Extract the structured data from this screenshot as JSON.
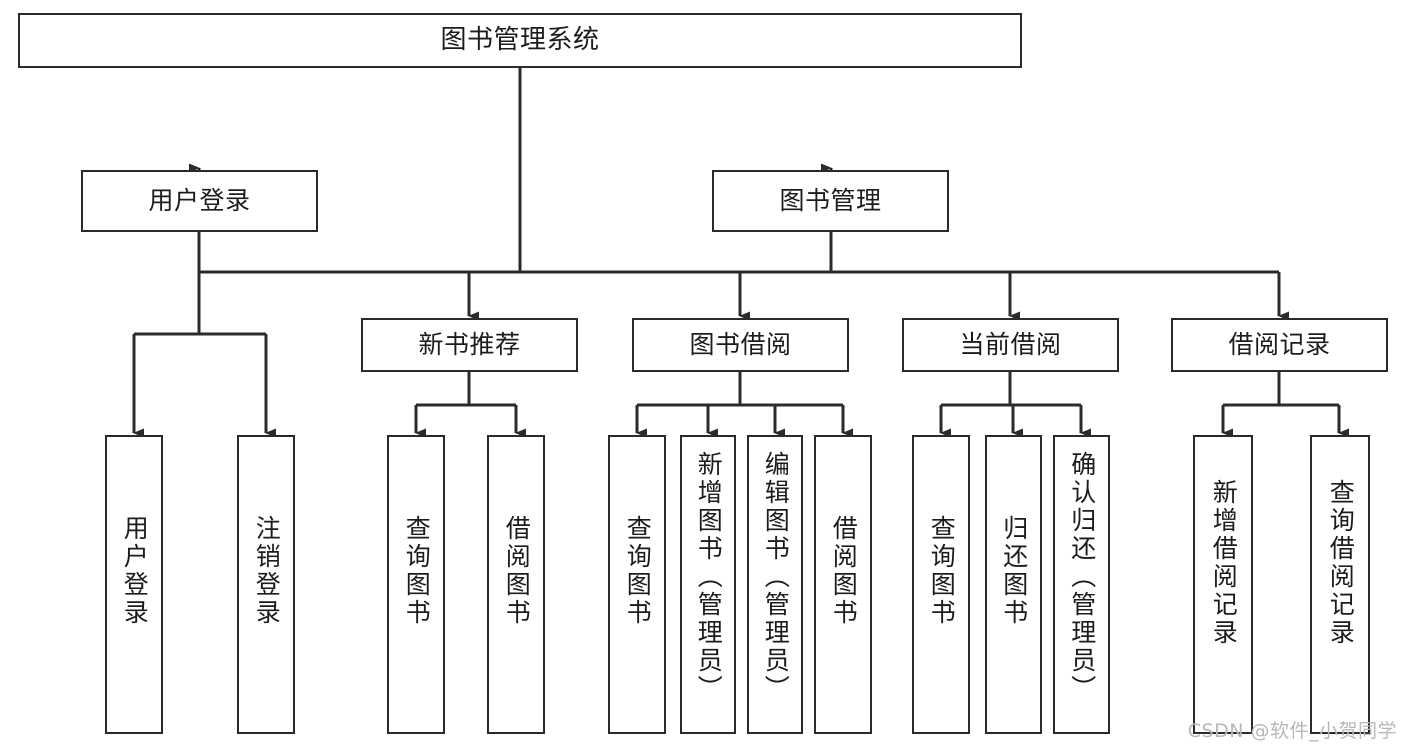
{
  "diagram": {
    "title": "图书管理系统",
    "watermark": "CSDN @软件_小贺同学",
    "colors": {
      "stroke": "#2b2b2b",
      "fill": "#ffffff",
      "text": "#1c1c1c",
      "watermark": "#b8b8b8"
    },
    "levels": {
      "root": "图书管理系统",
      "level2": [
        "用户登录",
        "图书管理"
      ],
      "level3": [
        "新书推荐",
        "图书借阅",
        "当前借阅",
        "借阅记录"
      ]
    },
    "nodes": {
      "root": {
        "label": "图书管理系统"
      },
      "user_login": {
        "label": "用户登录"
      },
      "book_manage": {
        "label": "图书管理"
      },
      "new_book_rec": {
        "label": "新书推荐"
      },
      "book_borrow": {
        "label": "图书借阅"
      },
      "current_borrow": {
        "label": "当前借阅"
      },
      "borrow_record": {
        "label": "借阅记录"
      },
      "leaf_user_login": {
        "label": "用户登录"
      },
      "leaf_logout": {
        "label": "注销登录"
      },
      "leaf_query_book_1": {
        "label": "查询图书"
      },
      "leaf_borrow_book_1": {
        "label": "借阅图书"
      },
      "leaf_query_book_2": {
        "label": "查询图书"
      },
      "leaf_add_book": {
        "label": "新增图书（管理员）"
      },
      "leaf_edit_book": {
        "label": "编辑图书（管理员）"
      },
      "leaf_borrow_book_2": {
        "label": "借阅图书"
      },
      "leaf_query_book_3": {
        "label": "查询图书"
      },
      "leaf_return_book": {
        "label": "归还图书"
      },
      "leaf_confirm_return": {
        "label": "确认归还（管理员）"
      },
      "leaf_add_record": {
        "label": "新增借阅记录"
      },
      "leaf_query_record": {
        "label": "查询借阅记录"
      }
    },
    "tree": {
      "图书管理系统": {
        "用户登录": [
          "用户登录",
          "注销登录"
        ],
        "图书管理": {
          "新书推荐": [
            "查询图书",
            "借阅图书"
          ],
          "图书借阅": [
            "查询图书",
            "新增图书（管理员）",
            "编辑图书（管理员）",
            "借阅图书"
          ],
          "当前借阅": [
            "查询图书",
            "归还图书",
            "确认归还（管理员）"
          ],
          "借阅记录": [
            "新增借阅记录",
            "查询借阅记录"
          ]
        }
      }
    }
  }
}
